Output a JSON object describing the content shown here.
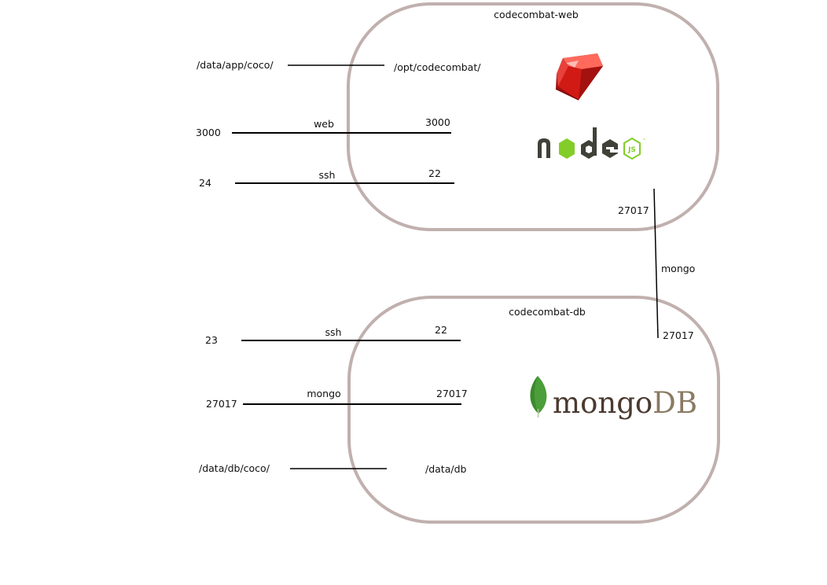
{
  "web": {
    "title": "codecombat-web",
    "volume": {
      "host": "/data/app/coco/",
      "container": "/opt/codecombat/"
    },
    "port_web": {
      "host": "3000",
      "name": "web",
      "container": "3000"
    },
    "port_ssh": {
      "host": "24",
      "name": "ssh",
      "container": "22"
    },
    "link_port": "27017"
  },
  "db": {
    "title": "codecombat-db",
    "port_ssh": {
      "host": "23",
      "name": "ssh",
      "container": "22"
    },
    "port_mongo": {
      "host": "27017",
      "name": "mongo",
      "container": "27017"
    },
    "volume": {
      "host": "/data/db/coco/",
      "container": "/data/db"
    },
    "link_port": "27017"
  },
  "link": {
    "name": "mongo"
  },
  "logos": {
    "ruby": "ruby-gem",
    "node": {
      "text": "node",
      "badge": "JS",
      "tm": "™"
    },
    "mongodb": {
      "word": "mongo",
      "suffix": "DB"
    }
  },
  "colors": {
    "container_border": "#c0b0ae",
    "ruby_red": "#c4130f",
    "node_dark": "#404137",
    "node_green": "#83cd29",
    "mongo_leaf": "#4b9e3a",
    "mongo_word": "#4a3a31",
    "mongo_db": "#8a7a62"
  }
}
